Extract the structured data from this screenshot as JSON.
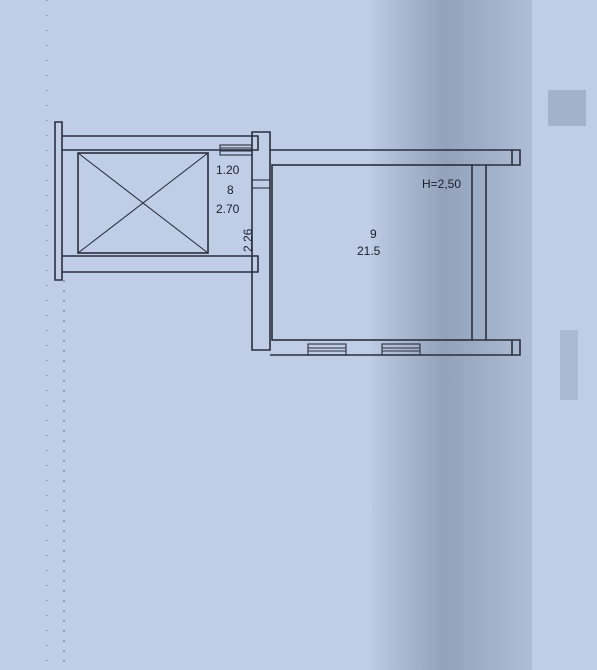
{
  "plan": {
    "height_label": "H=2,50",
    "rooms": [
      {
        "number": "8",
        "area": "2.70"
      },
      {
        "number": "9",
        "area": "21.5"
      }
    ],
    "dimensions": {
      "top_width": "1.20",
      "corridor_length": "2.26"
    }
  },
  "colors": {
    "paper": "#bfcde6",
    "lines": "#2a2f3e",
    "stain": "#6f7f98"
  }
}
